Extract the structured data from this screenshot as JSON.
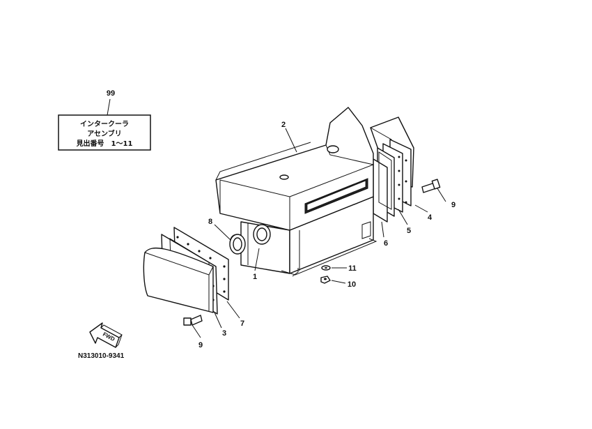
{
  "assembly_box": {
    "ref": "99",
    "line1": "インタークーラ",
    "line2": "アセンブリ",
    "line3": "見出番号　1〜11"
  },
  "callouts": {
    "p1": "1",
    "p2": "2",
    "p3": "3",
    "p4": "4",
    "p5": "5",
    "p6": "6",
    "p7": "7",
    "p8": "8",
    "p9a": "9",
    "p9b": "9",
    "p10": "10",
    "p11": "11"
  },
  "fwd_label": "FWD",
  "drawing_code": "N313010-9341"
}
